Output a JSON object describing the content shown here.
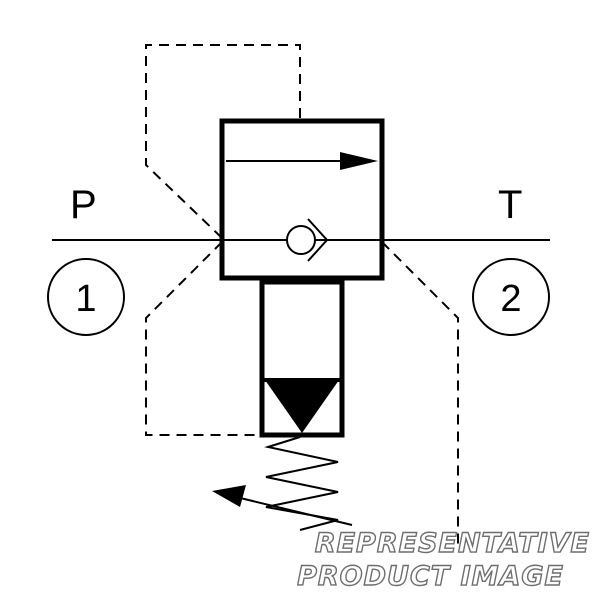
{
  "ports": {
    "left_label": "P",
    "right_label": "T",
    "left_number": "1",
    "right_number": "2"
  },
  "watermark": {
    "line1": "REPRESENTATIVE",
    "line2": "PRODUCT IMAGE"
  },
  "colors": {
    "line": "#000000",
    "watermark_outline": "#6e6e6e"
  }
}
